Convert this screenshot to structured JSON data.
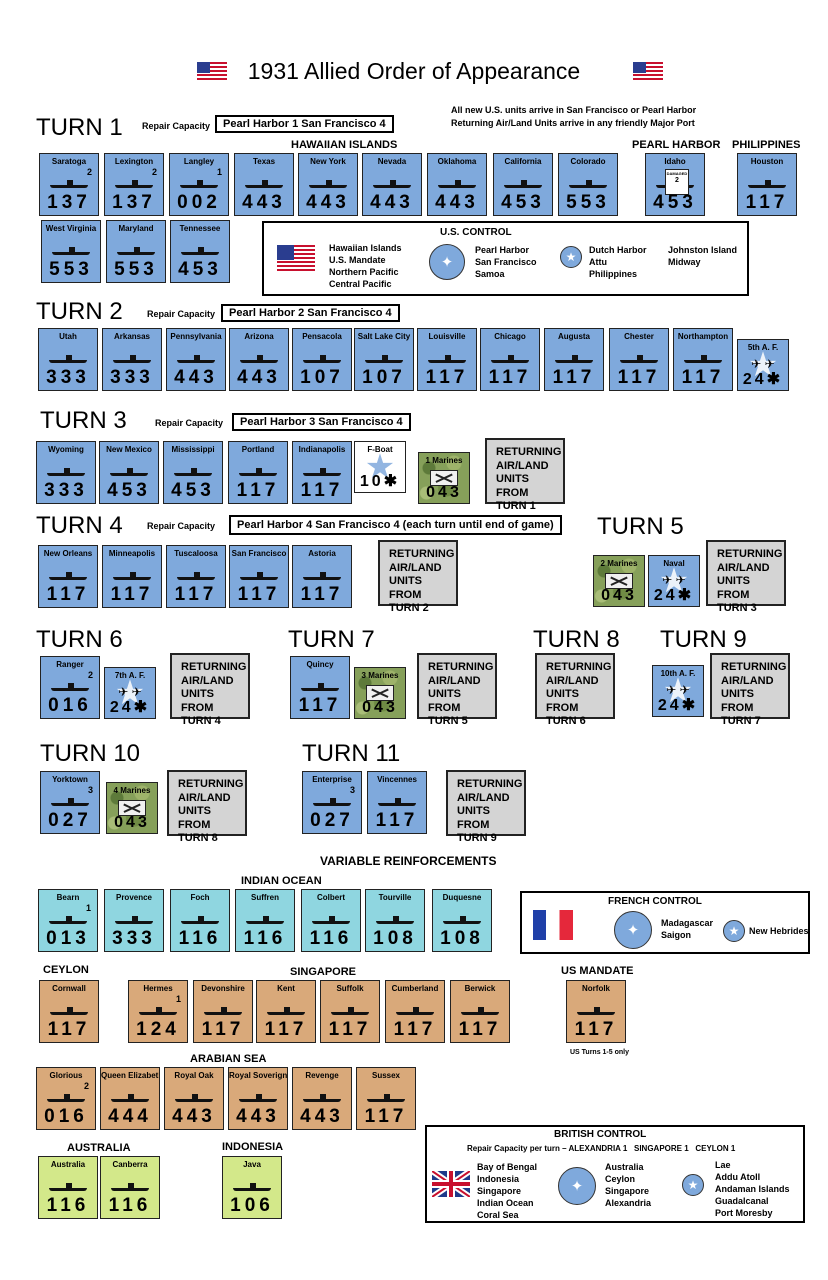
{
  "title": "1931 Allied Order of Appearance",
  "notes": {
    "us_arrive": "All new U.S. units arrive in San Francisco or Pearl Harbor",
    "returning": "Returning Air/Land Units arrive in any friendly Major Port"
  },
  "repair_label": "Repair Capacity",
  "turns": {
    "t1": "TURN 1",
    "t2": "TURN 2",
    "t3": "TURN 3",
    "t4": "TURN 4",
    "t5": "TURN 5",
    "t6": "TURN 6",
    "t7": "TURN 7",
    "t8": "TURN 8",
    "t9": "TURN 9",
    "t10": "TURN 10",
    "t11": "TURN 11"
  },
  "repair": {
    "t1": "Pearl Harbor 1   San Francisco 4",
    "t2": "Pearl Harbor 2   San Francisco 4",
    "t3": "Pearl Harbor 3   San Francisco 4",
    "t4": "Pearl Harbor 4   San Francisco 4 (each turn until end of game)"
  },
  "sections": {
    "hawaiian": "HAWAIIAN ISLANDS",
    "pearl": "PEARL HARBOR",
    "philippines": "PHILIPPINES",
    "variable": "VARIABLE REINFORCEMENTS",
    "indian": "INDIAN OCEAN",
    "ceylon": "CEYLON",
    "singapore": "SINGAPORE",
    "us_mandate": "US MANDATE",
    "arabian": "ARABIAN SEA",
    "australia": "AUSTRALIA",
    "indonesia": "INDONESIA",
    "us_turns": "US Turns 1-5 only"
  },
  "returning": {
    "line1": "RETURNING",
    "line2": "AIR/LAND",
    "line3": "UNITS FROM",
    "t1": "TURN 1",
    "t2": "TURN 2",
    "t3": "TURN 3",
    "t4": "TURN 4",
    "t5": "TURN 5",
    "t6": "TURN 6",
    "t7": "TURN 7",
    "t8": "TURN 8",
    "t9": "TURN 9"
  },
  "counters": {
    "saratoga": {
      "name": "Saratoga",
      "num": "137",
      "corner": "2"
    },
    "lexington": {
      "name": "Lexington",
      "num": "137",
      "corner": "2"
    },
    "langley": {
      "name": "Langley",
      "num": "002",
      "corner": "1"
    },
    "texas": {
      "name": "Texas",
      "num": "443"
    },
    "newyork": {
      "name": "New York",
      "num": "443"
    },
    "nevada": {
      "name": "Nevada",
      "num": "443"
    },
    "oklahoma": {
      "name": "Oklahoma",
      "num": "443"
    },
    "california": {
      "name": "California",
      "num": "453"
    },
    "colorado": {
      "name": "Colorado",
      "num": "553"
    },
    "idaho": {
      "name": "Idaho",
      "num": "453",
      "badge": "DAMAGED",
      "badge_num": "2"
    },
    "houston": {
      "name": "Houston",
      "num": "117"
    },
    "westvirginia": {
      "name": "West Virginia",
      "num": "553"
    },
    "maryland": {
      "name": "Maryland",
      "num": "553"
    },
    "tennessee": {
      "name": "Tennessee",
      "num": "453"
    },
    "utah": {
      "name": "Utah",
      "num": "333"
    },
    "arkansas": {
      "name": "Arkansas",
      "num": "333"
    },
    "pennsylvania": {
      "name": "Pennsylvania",
      "num": "443"
    },
    "arizona": {
      "name": "Arizona",
      "num": "443"
    },
    "pensacola": {
      "name": "Pensacola",
      "num": "107"
    },
    "saltlake": {
      "name": "Salt Lake City",
      "num": "107"
    },
    "louisville": {
      "name": "Louisville",
      "num": "117"
    },
    "chicago": {
      "name": "Chicago",
      "num": "117"
    },
    "augusta": {
      "name": "Augusta",
      "num": "117"
    },
    "chester": {
      "name": "Chester",
      "num": "117"
    },
    "northampton": {
      "name": "Northampton",
      "num": "117"
    },
    "af5": {
      "name": "5th A. F.",
      "num": "24✱"
    },
    "wyoming": {
      "name": "Wyoming",
      "num": "333"
    },
    "newmexico": {
      "name": "New Mexico",
      "num": "453"
    },
    "mississippi": {
      "name": "Mississippi",
      "num": "453"
    },
    "portland": {
      "name": "Portland",
      "num": "117"
    },
    "indianapolis": {
      "name": "Indianapolis",
      "num": "117"
    },
    "fboat": {
      "name": "F-Boat",
      "num": "10✱"
    },
    "marines1": {
      "name": "1 Marines",
      "num": "043"
    },
    "neworleans": {
      "name": "New Orleans",
      "num": "117"
    },
    "minneapolis": {
      "name": "Minneapolis",
      "num": "117"
    },
    "tuscaloosa": {
      "name": "Tuscaloosa",
      "num": "117"
    },
    "sanfrancisco": {
      "name": "San Francisco",
      "num": "117"
    },
    "astoria": {
      "name": "Astoria",
      "num": "117"
    },
    "marines2": {
      "name": "2 Marines",
      "num": "043"
    },
    "naval": {
      "name": "Naval",
      "num": "24✱"
    },
    "ranger": {
      "name": "Ranger",
      "num": "016",
      "corner": "2"
    },
    "af7": {
      "name": "7th A. F.",
      "num": "24✱"
    },
    "quincy": {
      "name": "Quincy",
      "num": "117"
    },
    "marines3": {
      "name": "3 Marines",
      "num": "043"
    },
    "af10": {
      "name": "10th A. F.",
      "num": "24✱"
    },
    "yorktown": {
      "name": "Yorktown",
      "num": "027",
      "corner": "3"
    },
    "marines4": {
      "name": "4 Marines",
      "num": "043"
    },
    "enterprise": {
      "name": "Enterprise",
      "num": "027",
      "corner": "3"
    },
    "vincennes": {
      "name": "Vincennes",
      "num": "117"
    },
    "bearn": {
      "name": "Bearn",
      "num": "013",
      "corner": "1"
    },
    "provence": {
      "name": "Provence",
      "num": "333"
    },
    "foch": {
      "name": "Foch",
      "num": "116"
    },
    "suffren": {
      "name": "Suffren",
      "num": "116"
    },
    "colbert": {
      "name": "Colbert",
      "num": "116"
    },
    "tourville": {
      "name": "Tourville",
      "num": "108"
    },
    "duquesne": {
      "name": "Duquesne",
      "num": "108"
    },
    "cornwall": {
      "name": "Cornwall",
      "num": "117"
    },
    "hermes": {
      "name": "Hermes",
      "num": "124",
      "corner": "1"
    },
    "devonshire": {
      "name": "Devonshire",
      "num": "117"
    },
    "kent": {
      "name": "Kent",
      "num": "117"
    },
    "suffolk": {
      "name": "Suffolk",
      "num": "117"
    },
    "cumberland": {
      "name": "Cumberland",
      "num": "117"
    },
    "berwick": {
      "name": "Berwick",
      "num": "117"
    },
    "norfolk": {
      "name": "Norfolk",
      "num": "117"
    },
    "glorious": {
      "name": "Glorious",
      "num": "016",
      "corner": "2"
    },
    "queenelizabeth": {
      "name": "Queen Elizabeth",
      "num": "444"
    },
    "royaloak": {
      "name": "Royal Oak",
      "num": "443"
    },
    "royalsoverign": {
      "name": "Royal Soverign",
      "num": "443"
    },
    "revenge": {
      "name": "Revenge",
      "num": "443"
    },
    "sussex": {
      "name": "Sussex",
      "num": "117"
    },
    "australia": {
      "name": "Australia",
      "num": "116"
    },
    "canberra": {
      "name": "Canberra",
      "num": "116"
    },
    "java": {
      "name": "Java",
      "num": "106"
    }
  },
  "us_control": {
    "title": "U.S. CONTROL",
    "col1": "Hawaiian Islands\nU.S. Mandate\nNorthern Pacific\nCentral Pacific",
    "col2": "Pearl Harbor\nSan Francisco\nSamoa",
    "col3": "Dutch Harbor\nAttu\nPhilippines",
    "col4": "Johnston Island\nMidway"
  },
  "french_control": {
    "title": "FRENCH CONTROL",
    "col1": "Madagascar\nSaigon",
    "col2": "New Hebrides"
  },
  "british_control": {
    "title": "BRITISH CONTROL",
    "repair": "Repair Capacity per turn – ALEXANDRIA 1   SINGAPORE 1   CEYLON 1",
    "col1": "Bay of Bengal\nIndonesia\nSingapore\nIndian Ocean\nCoral Sea",
    "col2": "Australia\nCeylon\nSingapore\nAlexandria",
    "col3": "Lae\nAddu Atoll\nAndaman Islands\nGuadalcanal\nPort Moresby"
  },
  "colors": {
    "us_blue": "#7fa9dc",
    "french_cyan": "#8fd6e0",
    "british_tan": "#d9a97a",
    "australia_lime": "#d3e88a",
    "returning_gray": "#d4d4d4"
  }
}
